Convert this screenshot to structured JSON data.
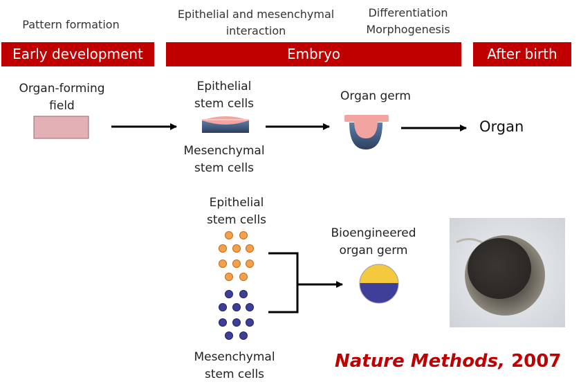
{
  "headers": {
    "pattern": "Pattern formation",
    "epithelial_line1": "Epithelial and mesenchymal",
    "epithelial_line2": "interaction",
    "diff_line1": "Differentiation",
    "diff_line2": "Morphogenesis"
  },
  "stages": {
    "early": "Early development",
    "embryo": "Embryo",
    "after": "After birth"
  },
  "top_row": {
    "field_line1": "Organ-forming",
    "field_line2": "field",
    "epi_line1": "Epithelial",
    "epi_line2": "stem cells",
    "mes_line1": "Mesenchymal",
    "mes_line2": "stem cells",
    "germ": "Organ germ",
    "organ": "Organ"
  },
  "bottom_row": {
    "epi_line1": "Epithelial",
    "epi_line2": "stem cells",
    "mes_line1": "Mesenchymal",
    "mes_line2": "stem cells",
    "bio_line1": "Bioengineered",
    "bio_line2": "organ germ"
  },
  "citation": {
    "journal": "Nature Methods,",
    "year": "2007"
  },
  "colors": {
    "stage_bar": "#c00000",
    "field_fill": "#e3b1b5",
    "epithelial_cell": "#f5a04a",
    "mesenchymal_cell": "#3e3f99",
    "germ_top": "#f5c93d",
    "germ_bottom": "#3e3f99"
  }
}
